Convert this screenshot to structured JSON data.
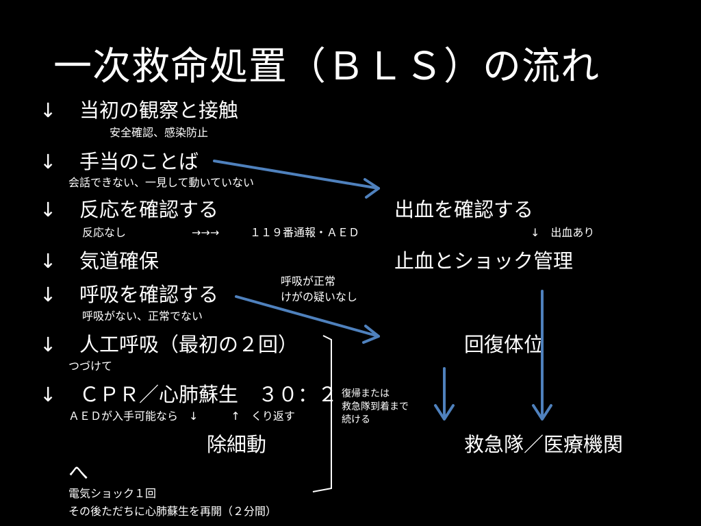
{
  "title": "一次救命処置（ＢＬＳ）の流れ",
  "arrow_glyph": "↓",
  "steps": [
    {
      "label": "当初の観察と接触",
      "note": "安全確認、感染防止"
    },
    {
      "label": "手当のことば",
      "note": "会話できない、一見して動いていない"
    },
    {
      "label": "反応を確認する",
      "note": "反応なし",
      "note_arrows": "→→→",
      "note_action": "１１９番通報・ＡＥＤ"
    },
    {
      "label": "気道確保"
    },
    {
      "label": "呼吸を確認する",
      "note": "呼吸がない、正常でない"
    },
    {
      "label": "人工呼吸（最初の２回）",
      "note": "つづけて"
    },
    {
      "label": "ＣＰＲ／心肺蘇生　３０：２",
      "note": "ＡＥＤが入手可能なら　↓　　　↑　くり返す"
    }
  ],
  "defib": {
    "label": "除細動",
    "to": "へ",
    "note1": "電気ショック１回",
    "note2": "その後ただちに心肺蘇生を再開（２分間）"
  },
  "continue_note": [
    "復帰または",
    "救急隊到着まで",
    "続ける"
  ],
  "right": {
    "bleeding_check": "出血を確認する",
    "bleeding_found": "↓　出血あり",
    "hemostasis": "止血とショック管理",
    "breathing_ok": [
      "呼吸が正常",
      "けがの疑いなし"
    ],
    "recovery": "回復体位",
    "ems": "救急隊／医療機関"
  },
  "colors": {
    "background": "#000000",
    "text": "#ffffff",
    "arrow": "#4f81bd"
  }
}
